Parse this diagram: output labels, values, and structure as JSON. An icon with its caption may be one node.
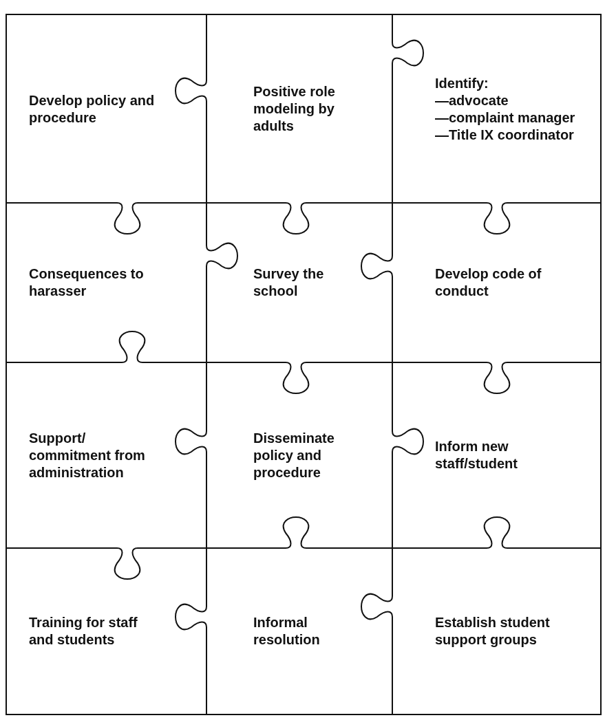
{
  "diagram": {
    "nodes": [
      {
        "text": [
          "Develop policy and procedure"
        ]
      },
      {
        "text": [
          "Positive role modeling by adults"
        ]
      },
      {
        "text": [
          "Identify:",
          "—advocate",
          "—complaint manager",
          "—Title IX coordinator"
        ]
      },
      {
        "text": [
          "Consequences to harasser"
        ]
      },
      {
        "text": [
          "Survey the school"
        ]
      },
      {
        "text": [
          "Develop code of conduct"
        ]
      },
      {
        "text": [
          "Support/ commitment from administration"
        ]
      },
      {
        "text": [
          "Disseminate policy and procedure"
        ]
      },
      {
        "text": [
          "Inform new staff/student"
        ]
      },
      {
        "text": [
          "Training for staff and students"
        ]
      },
      {
        "text": [
          "Informal resolution"
        ]
      },
      {
        "text": [
          "Establish student support groups"
        ]
      }
    ]
  }
}
